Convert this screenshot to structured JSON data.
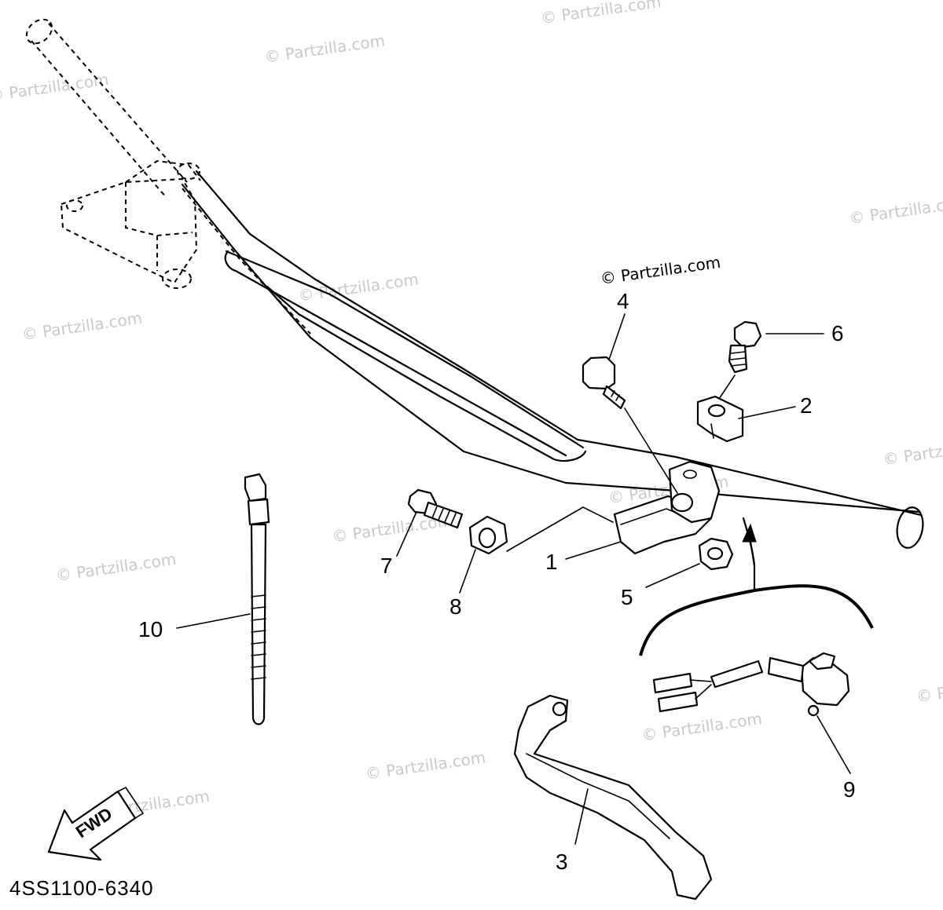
{
  "watermark": {
    "text": "© Partzilla.com",
    "featured_text": "© Partzilla.com"
  },
  "callouts": [
    "1",
    "2",
    "3",
    "4",
    "5",
    "6",
    "7",
    "8",
    "9",
    "10"
  ],
  "fwd_label": "FWD",
  "diagram_code": "4SS1100-6340"
}
